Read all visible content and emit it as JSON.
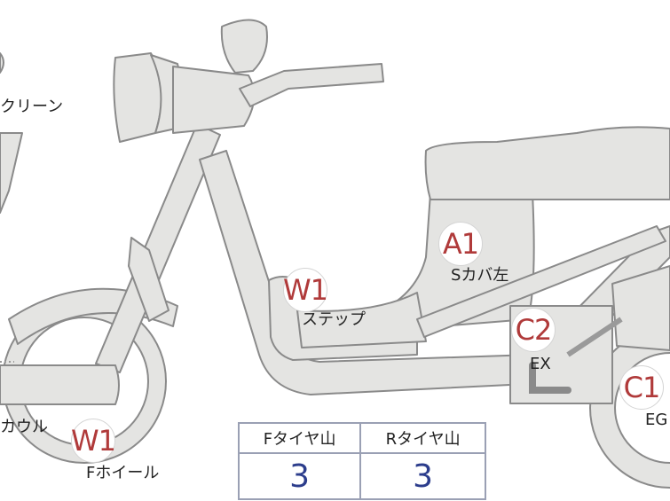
{
  "labels": {
    "screen": "クリーン",
    "step": "ステップ",
    "side_cover_left": "Sカバ左",
    "ex": "EX",
    "cowl": "カウル",
    "front_wheel": "Fホイール",
    "eg": "EG"
  },
  "badges": {
    "a1": "A1",
    "w1_step": "W1",
    "c2": "C2",
    "c1": "C1",
    "w1_wheel": "W1"
  },
  "tire_table": {
    "headers": [
      "Fタイヤ山",
      "Rタイヤ山"
    ],
    "values": [
      "3",
      "3"
    ]
  },
  "colors": {
    "body_fill": "#e4e4e2",
    "body_stroke": "#8a8a8a",
    "badge_text": "#b03a3a",
    "table_value": "#2c3d8c",
    "table_border": "#9aa0b4"
  }
}
